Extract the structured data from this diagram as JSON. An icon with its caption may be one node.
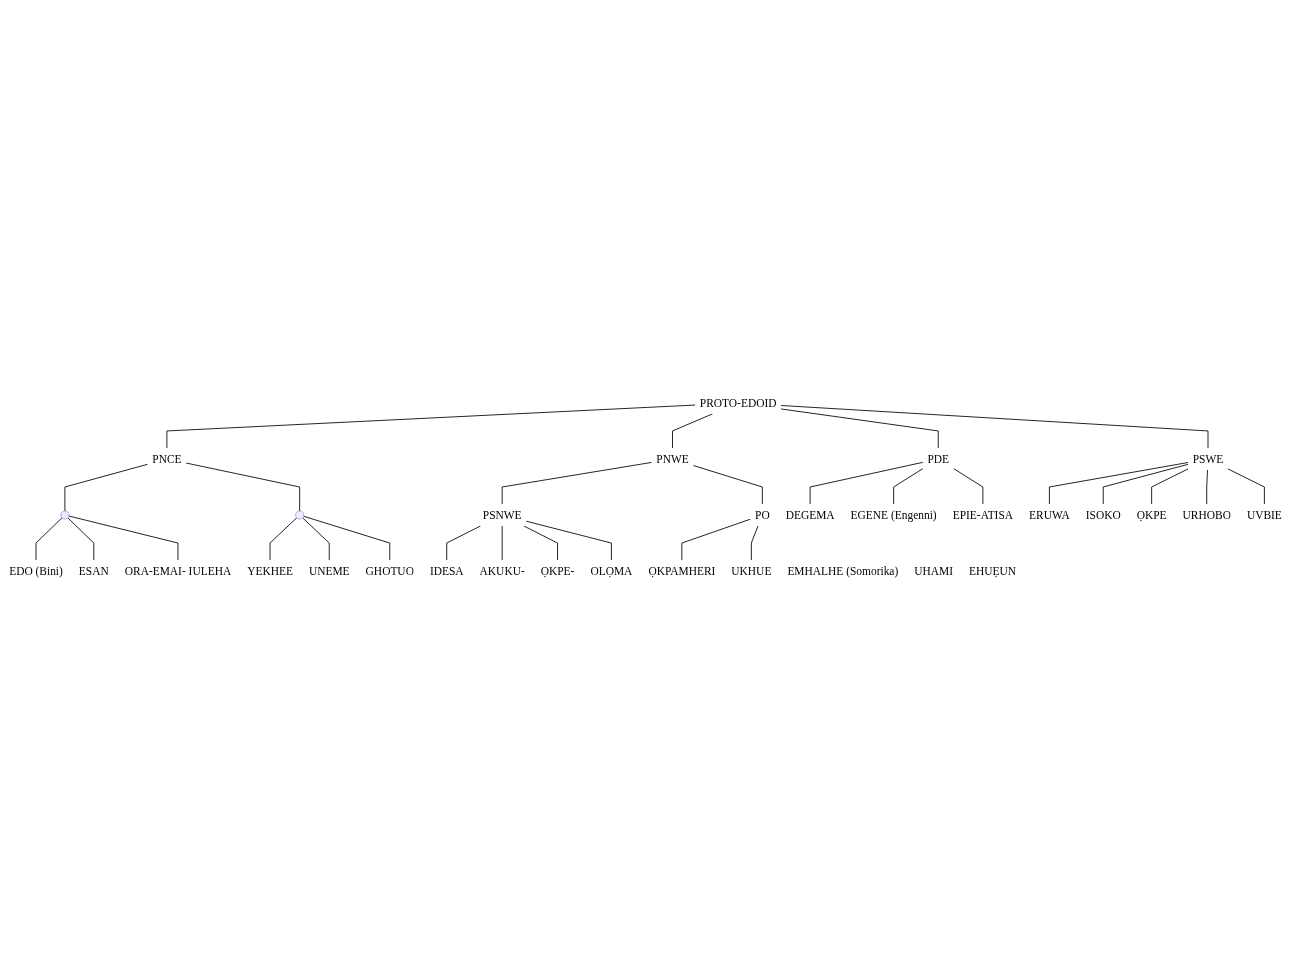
{
  "diagram": {
    "nodes": [
      {
        "text": [
          "PROTO-EDOID"
        ]
      },
      {
        "text": [
          "PDE"
        ]
      },
      {
        "text": [
          "PSWE"
        ]
      },
      {
        "text": [
          "PNCE"
        ]
      },
      {
        "text": [
          "PNWE"
        ]
      },
      {
        "text": [],
        "shape": "point"
      },
      {
        "text": [],
        "shape": "point"
      },
      {
        "text": [
          "PSNWE"
        ]
      },
      {
        "text": [
          "PO"
        ]
      },
      {
        "text": [
          "DEGEMA"
        ]
      },
      {
        "text": [
          "EGENE (Engenni)"
        ]
      },
      {
        "text": [
          "EPIE-ATISA"
        ]
      },
      {
        "text": [
          "ERUWA"
        ]
      },
      {
        "text": [
          "ISOKO"
        ]
      },
      {
        "text": [
          "ỌKPE"
        ]
      },
      {
        "text": [
          "URHOBO"
        ]
      },
      {
        "text": [
          "UVBIE"
        ]
      },
      {
        "text": [
          "EDO (Bini)"
        ]
      },
      {
        "text": [
          "ESAN"
        ]
      },
      {
        "text": [
          "ORA-EMAI- IULEHA"
        ]
      },
      {
        "text": [
          "YEKHEE"
        ]
      },
      {
        "text": [
          "UNEME"
        ]
      },
      {
        "text": [
          "GHOTUO"
        ]
      },
      {
        "text": [
          "IDESA"
        ]
      },
      {
        "text": [
          "AKUKU-"
        ]
      },
      {
        "text": [
          "ỌKPE-"
        ]
      },
      {
        "text": [
          "OLỌMA"
        ]
      },
      {
        "text": [
          "EMHALHE (Somorika)"
        ]
      },
      {
        "text": [
          "ỌKPAMHERI"
        ]
      },
      {
        "text": [
          "UHAMI"
        ]
      },
      {
        "text": [
          "EHUẸUN"
        ]
      },
      {
        "text": [
          "UKHUE"
        ]
      }
    ],
    "edges": [
      {
        "from": 0,
        "to": 1,
        "arrow": "none"
      },
      {
        "from": 0,
        "to": 2,
        "arrow": "none"
      },
      {
        "from": 0,
        "to": 3,
        "arrow": "none"
      },
      {
        "from": 0,
        "to": 4,
        "arrow": "none"
      },
      {
        "from": 1,
        "to": 9,
        "arrow": "none"
      },
      {
        "from": 1,
        "to": 10,
        "arrow": "none"
      },
      {
        "from": 1,
        "to": 11,
        "arrow": "none"
      },
      {
        "from": 2,
        "to": 12,
        "arrow": "none"
      },
      {
        "from": 2,
        "to": 13,
        "arrow": "none"
      },
      {
        "from": 2,
        "to": 14,
        "arrow": "none"
      },
      {
        "from": 2,
        "to": 15,
        "arrow": "none"
      },
      {
        "from": 2,
        "to": 16,
        "arrow": "none"
      },
      {
        "from": 3,
        "to": 5,
        "arrow": "none"
      },
      {
        "from": 3,
        "to": 6,
        "arrow": "none"
      },
      {
        "from": 5,
        "to": 17,
        "arrow": "none"
      },
      {
        "from": 5,
        "to": 18,
        "arrow": "none"
      },
      {
        "from": 5,
        "to": 19,
        "arrow": "none"
      },
      {
        "from": 6,
        "to": 20,
        "arrow": "none"
      },
      {
        "from": 6,
        "to": 21,
        "arrow": "none"
      },
      {
        "from": 6,
        "to": 22,
        "arrow": "none"
      },
      {
        "from": 4,
        "to": 7,
        "arrow": "none"
      },
      {
        "from": 4,
        "to": 8,
        "arrow": "none"
      },
      {
        "from": 7,
        "to": 23,
        "arrow": "none"
      },
      {
        "from": 7,
        "to": 24,
        "arrow": "none"
      },
      {
        "from": 7,
        "to": 25,
        "arrow": "none"
      },
      {
        "from": 7,
        "to": 26,
        "arrow": "none"
      },
      {
        "from": 8,
        "to": 28,
        "arrow": "none"
      },
      {
        "from": 8,
        "to": 31,
        "arrow": "none"
      }
    ]
  }
}
